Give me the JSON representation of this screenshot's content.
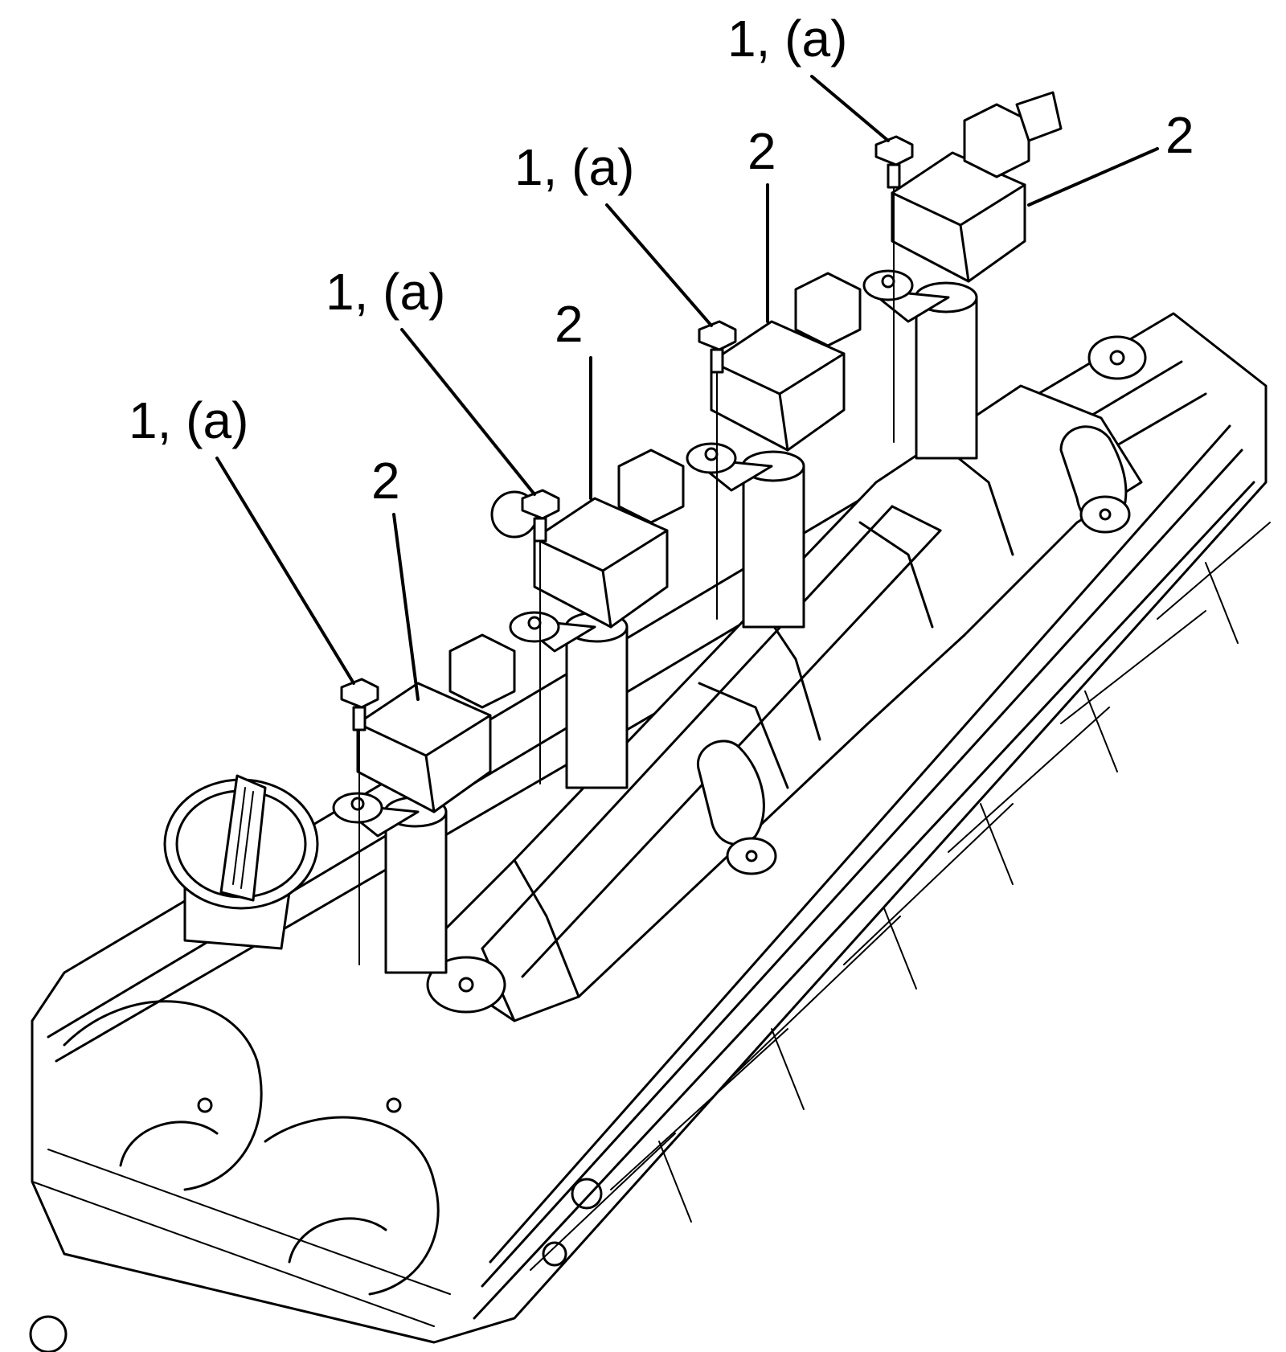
{
  "diagram": {
    "callouts": {
      "bolt_1": "1, (a)",
      "bolt_2": "1, (a)",
      "bolt_3": "1, (a)",
      "bolt_4": "1, (a)",
      "coil_1": "2",
      "coil_2": "2",
      "coil_3": "2",
      "coil_4": "2"
    },
    "icon_names": {
      "bolt": "bolt-icon",
      "coil": "ignition-coil-icon",
      "cap": "oil-filler-cap-icon"
    }
  }
}
